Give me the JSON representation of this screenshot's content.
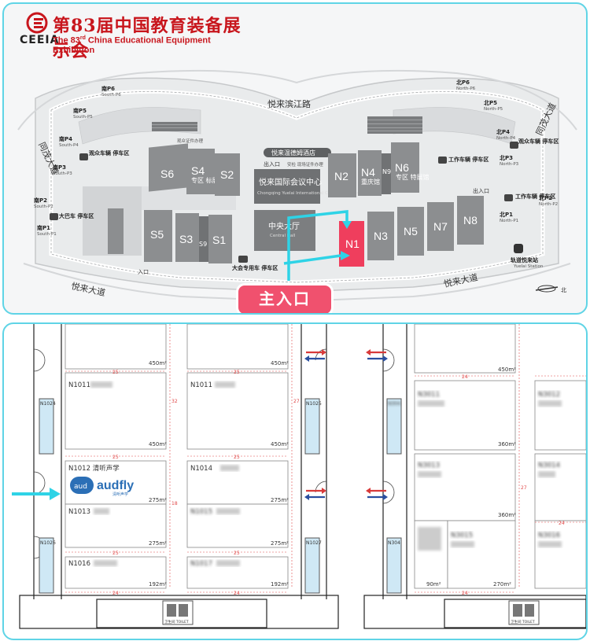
{
  "header": {
    "logo_abbr": "CEEIA",
    "title_cn": "第83届中国教育装备展示会",
    "title_en_prefix": "The 83",
    "title_en_sup": "rd",
    "title_en_suffix": " China Educational Equipment Exhibition"
  },
  "site_map": {
    "roads": {
      "north": "悦来滨江路",
      "west": "同茂大道",
      "east": "同茂大道",
      "south_left": "悦来大道",
      "south_right": "悦来大道"
    },
    "halls_south": [
      {
        "id": "S6",
        "label": "S6"
      },
      {
        "id": "S4",
        "label": "S4",
        "sub": "专区 标展馆"
      },
      {
        "id": "S2",
        "label": "S2"
      },
      {
        "id": "S5",
        "label": "S5"
      },
      {
        "id": "S3",
        "label": "S3"
      },
      {
        "id": "S9",
        "label": "S9"
      },
      {
        "id": "S1",
        "label": "S1"
      }
    ],
    "halls_north": [
      {
        "id": "N2",
        "label": "N2"
      },
      {
        "id": "N4",
        "label": "N4",
        "sub": "重庆馆"
      },
      {
        "id": "N9",
        "label": "N9"
      },
      {
        "id": "N6",
        "label": "N6",
        "sub": "专区 特展馆"
      },
      {
        "id": "N1",
        "label": "N1"
      },
      {
        "id": "N3",
        "label": "N3"
      },
      {
        "id": "N5",
        "label": "N5"
      },
      {
        "id": "N7",
        "label": "N7"
      },
      {
        "id": "N8",
        "label": "N8"
      }
    ],
    "center": {
      "conference_cn": "悦来国际会议中心",
      "conference_en": "Chongqing Yuelai International Convention Center",
      "hall_cn": "中央大厅",
      "hall_en": "Central Hall",
      "hotel": "悦来温德姆酒店"
    },
    "parking": [
      {
        "cn": "南P6",
        "en": "South-P6"
      },
      {
        "cn": "南P5",
        "en": "South-P5"
      },
      {
        "cn": "南P4",
        "en": "South-P4"
      },
      {
        "cn": "南P3",
        "en": "South-P3"
      },
      {
        "cn": "南P2",
        "en": "South-P2"
      },
      {
        "cn": "南P1",
        "en": "South-P1"
      },
      {
        "cn": "北P6",
        "en": "North-P6"
      },
      {
        "cn": "北P5",
        "en": "North-P5"
      },
      {
        "cn": "北P4",
        "en": "North-P4"
      },
      {
        "cn": "北P3",
        "en": "North-P3"
      },
      {
        "cn": "北P2",
        "en": "North-P2"
      },
      {
        "cn": "北P1",
        "en": "North-P1"
      }
    ],
    "facilities": {
      "visitor_parking": "观众车辆 停车区",
      "work_parking": "工作车辆 停车区",
      "bus_parking": "大巴车 停车区",
      "conference_bus": "大会专用车 停车区",
      "metro": "轨道悦来站",
      "metro_en": "Yuelai Station",
      "entrance": "入口",
      "exit": "出入口",
      "badge_office": "安检 现场证件办理",
      "badge_office_2": "观众证件办理"
    },
    "main_entry_label": "主入口",
    "north_label": "北"
  },
  "floor_plan": {
    "booths": [
      {
        "id": "N1012",
        "name": "N1012 清听声学",
        "area": "275m²",
        "brand": "audfly",
        "brand_cn": "清听声学",
        "brand_badge": "aud"
      },
      {
        "id": "N1011",
        "name": "N1011",
        "area": "450m²"
      },
      {
        "id": "N1014",
        "name": "N1014",
        "area": "275m²"
      },
      {
        "id": "N1013",
        "name": "N1013",
        "area": "275m²"
      },
      {
        "id": "N1015",
        "name": "N1015",
        "area": "275m²"
      },
      {
        "id": "N1016",
        "name": "N1016",
        "area": "192m²"
      },
      {
        "id": "N1017",
        "name": "N1017",
        "area": "192m²"
      },
      {
        "id": "N3011",
        "name": "N3011",
        "area": "360m²"
      },
      {
        "id": "N3012",
        "name": "N3012"
      },
      {
        "id": "N3013",
        "name": "N3013",
        "area": "360m²"
      },
      {
        "id": "N3014",
        "name": "N3014"
      },
      {
        "id": "N3015",
        "name": "N3015",
        "area": "270m²"
      },
      {
        "id": "N3016",
        "name": "N3016"
      }
    ],
    "top_areas": [
      "450m²",
      "450m²",
      "450m²",
      "450m²",
      "450m²"
    ],
    "small_area": "90m²",
    "pillars": [
      "N1024",
      "N1025",
      "N1026",
      "N1027",
      "N304",
      "N304"
    ],
    "toilet": "卫生间 TOILET",
    "dims": {
      "d25": "25",
      "d24": "24",
      "d27": "27",
      "d32": "32",
      "d18": "18"
    }
  }
}
